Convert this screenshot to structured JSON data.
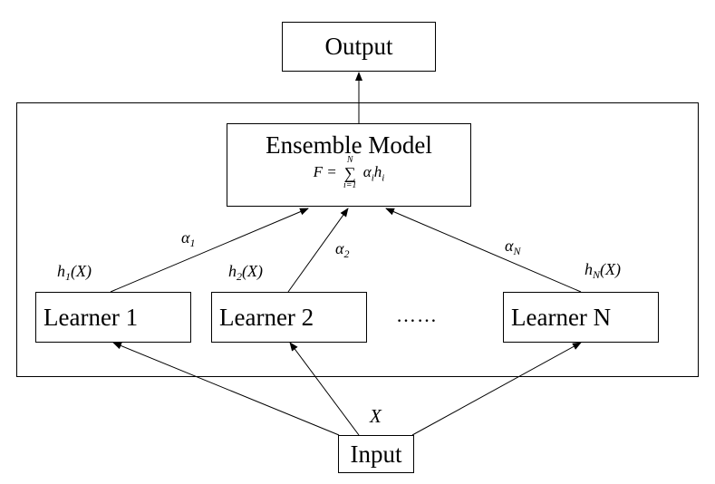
{
  "nodes": {
    "output": "Output",
    "ensemble": "Ensemble Model",
    "learner1": "Learner 1",
    "learner2": "Learner 2",
    "learnerN": "Learner N",
    "input": "Input",
    "ellipsis": "……"
  },
  "formula": {
    "lhs": "F =",
    "upper": "N",
    "sigma": "∑",
    "lower": "i=1",
    "term": "α",
    "term_sub": "i",
    "h": "h",
    "h_sub": "i"
  },
  "labels": {
    "alpha1": {
      "base": "α",
      "sub": "1"
    },
    "alpha2": {
      "base": "α",
      "sub": "2"
    },
    "alphaN": {
      "base": "α",
      "sub": "N"
    },
    "h1": {
      "base": "h",
      "sub": "1",
      "arg": "(X)"
    },
    "h2": {
      "base": "h",
      "sub": "2",
      "arg": "(X)"
    },
    "hN": {
      "base": "h",
      "sub": "N",
      "arg": "(X)"
    },
    "x": "X"
  }
}
